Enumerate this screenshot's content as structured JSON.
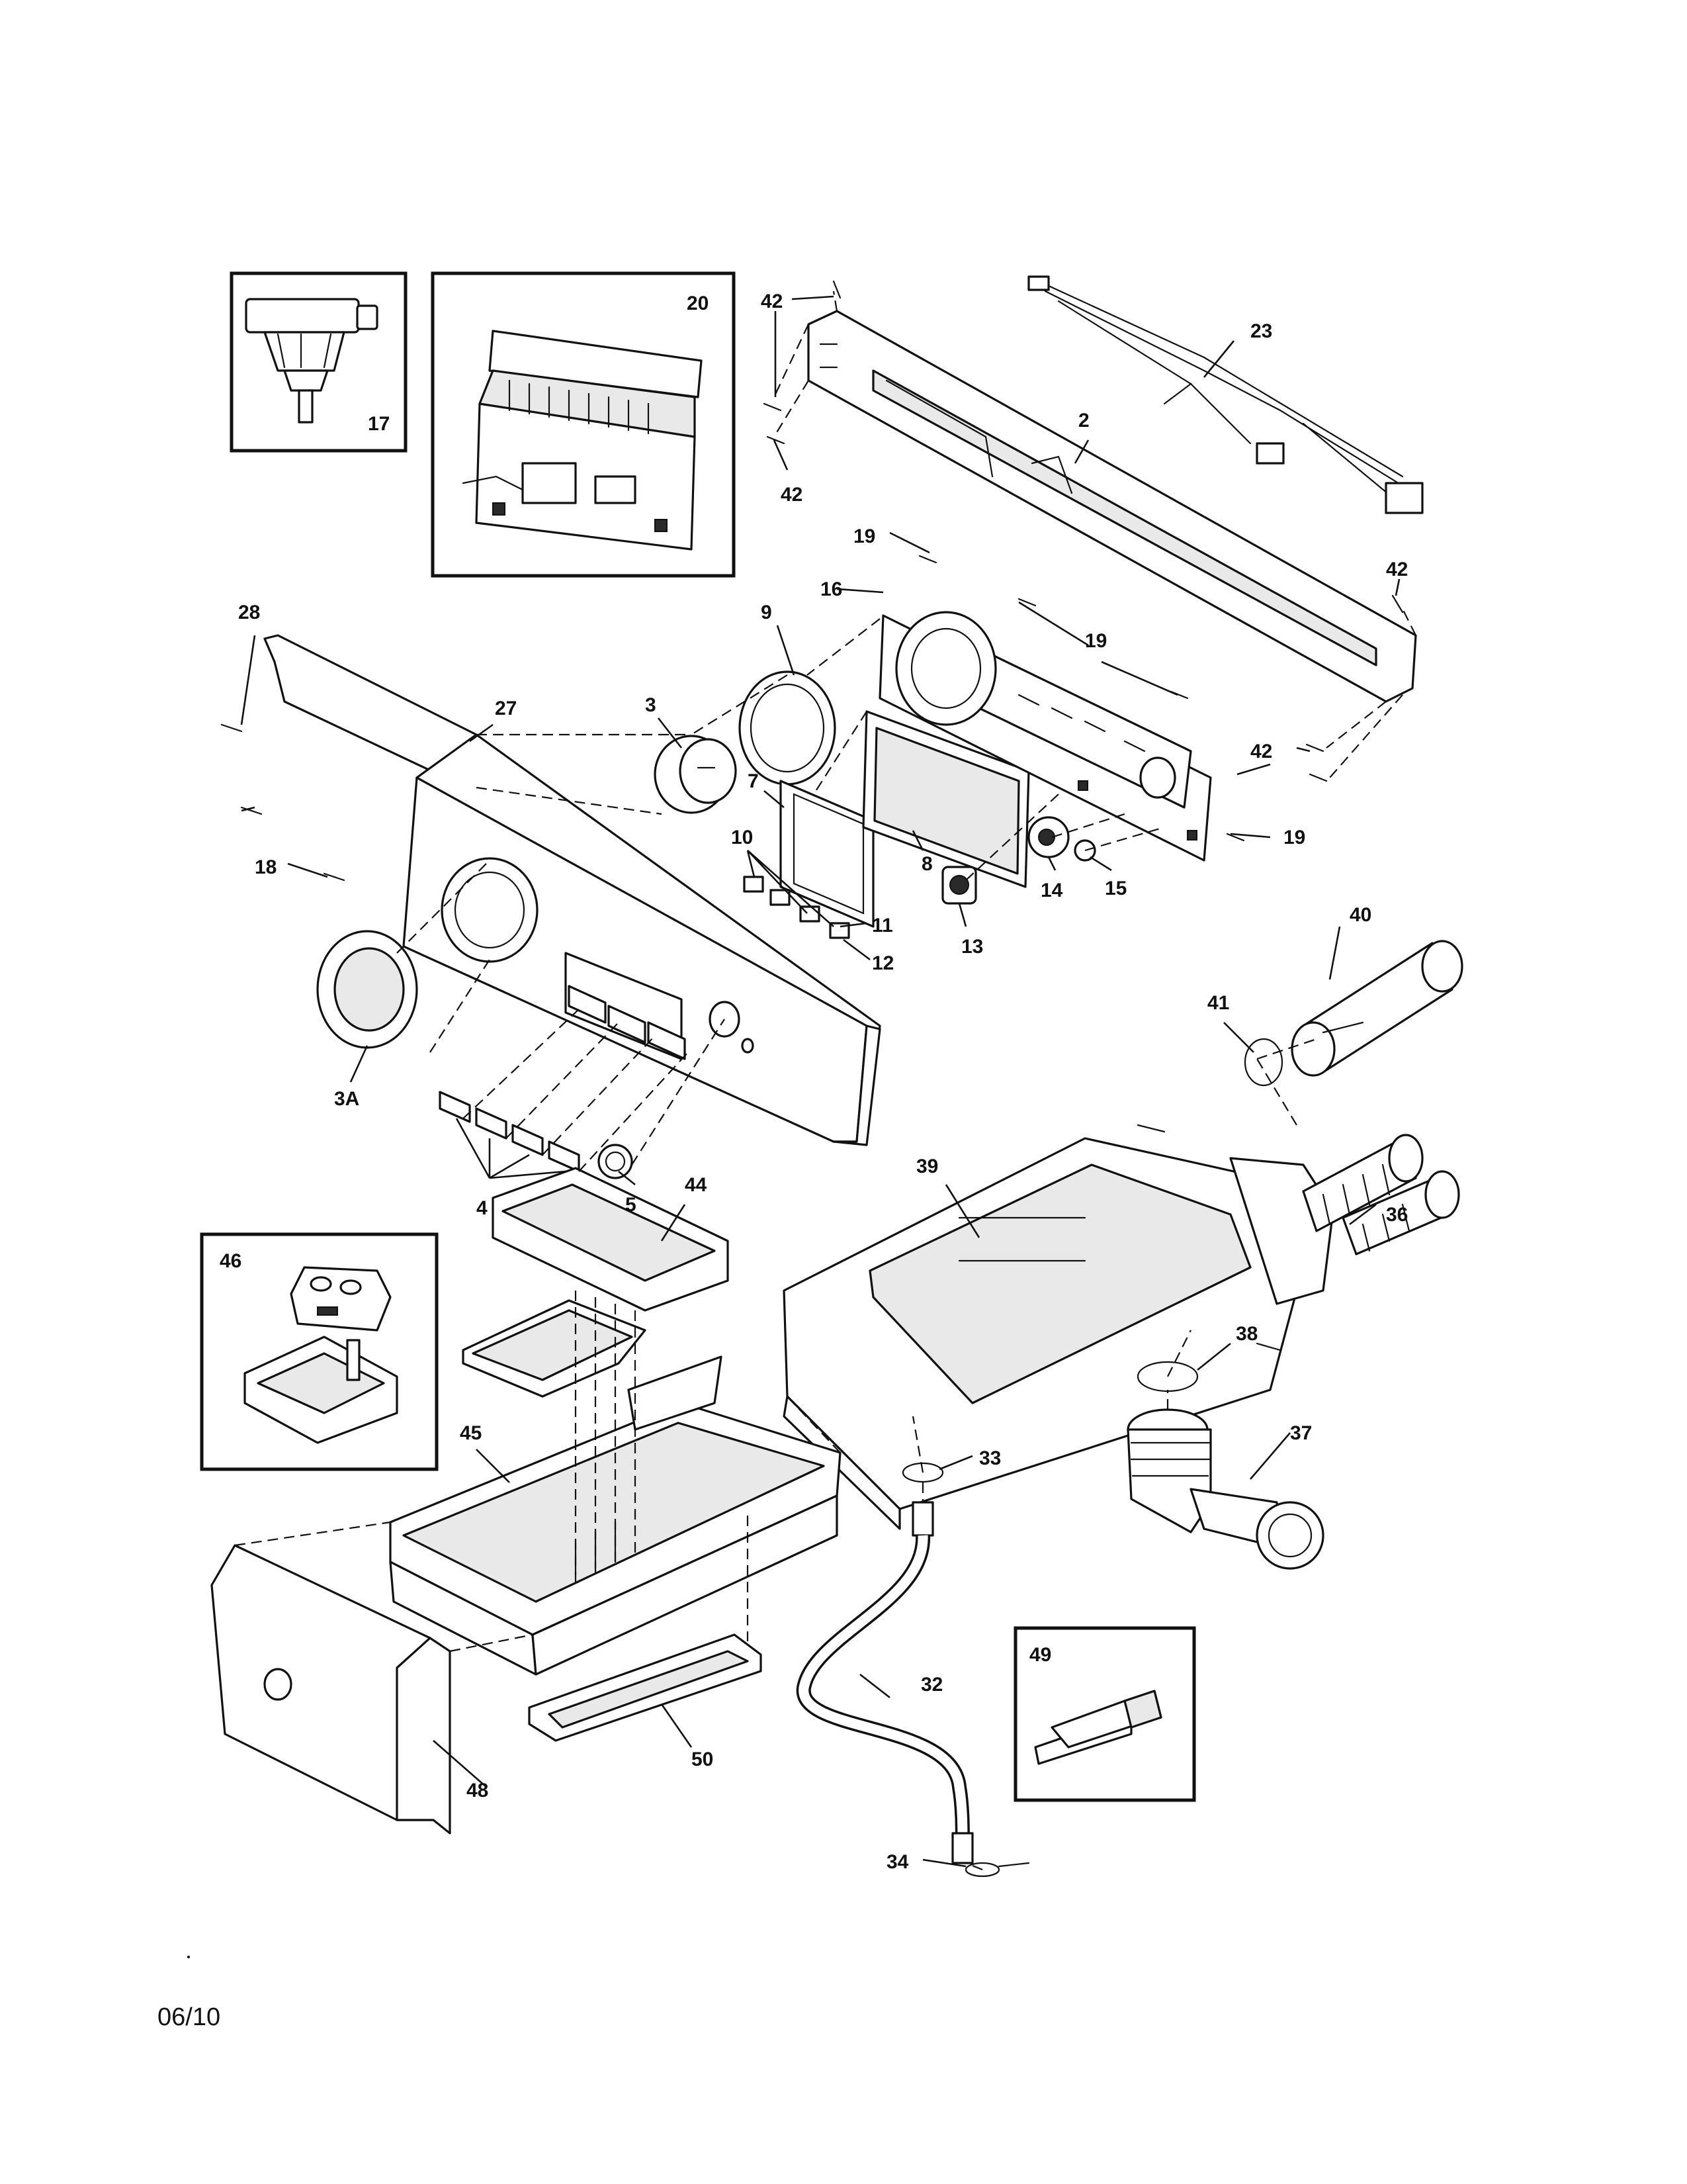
{
  "diagram": {
    "date_code": "06/10",
    "callouts": {
      "c2": "2",
      "c3": "3",
      "c3A": "3A",
      "c4": "4",
      "c5": "5",
      "c7": "7",
      "c8": "8",
      "c9": "9",
      "c10": "10",
      "c11": "11",
      "c12": "12",
      "c13": "13",
      "c14": "14",
      "c15": "15",
      "c16": "16",
      "c17": "17",
      "c18": "18",
      "c19": "19",
      "c20": "20",
      "c23": "23",
      "c27": "27",
      "c28": "28",
      "c32": "32",
      "c33": "33",
      "c34": "34",
      "c36": "36",
      "c37": "37",
      "c38": "38",
      "c39": "39",
      "c40": "40",
      "c41": "41",
      "c42": "42",
      "c44": "44",
      "c45": "45",
      "c46": "46",
      "c48": "48",
      "c49": "49",
      "c50": "50"
    }
  }
}
